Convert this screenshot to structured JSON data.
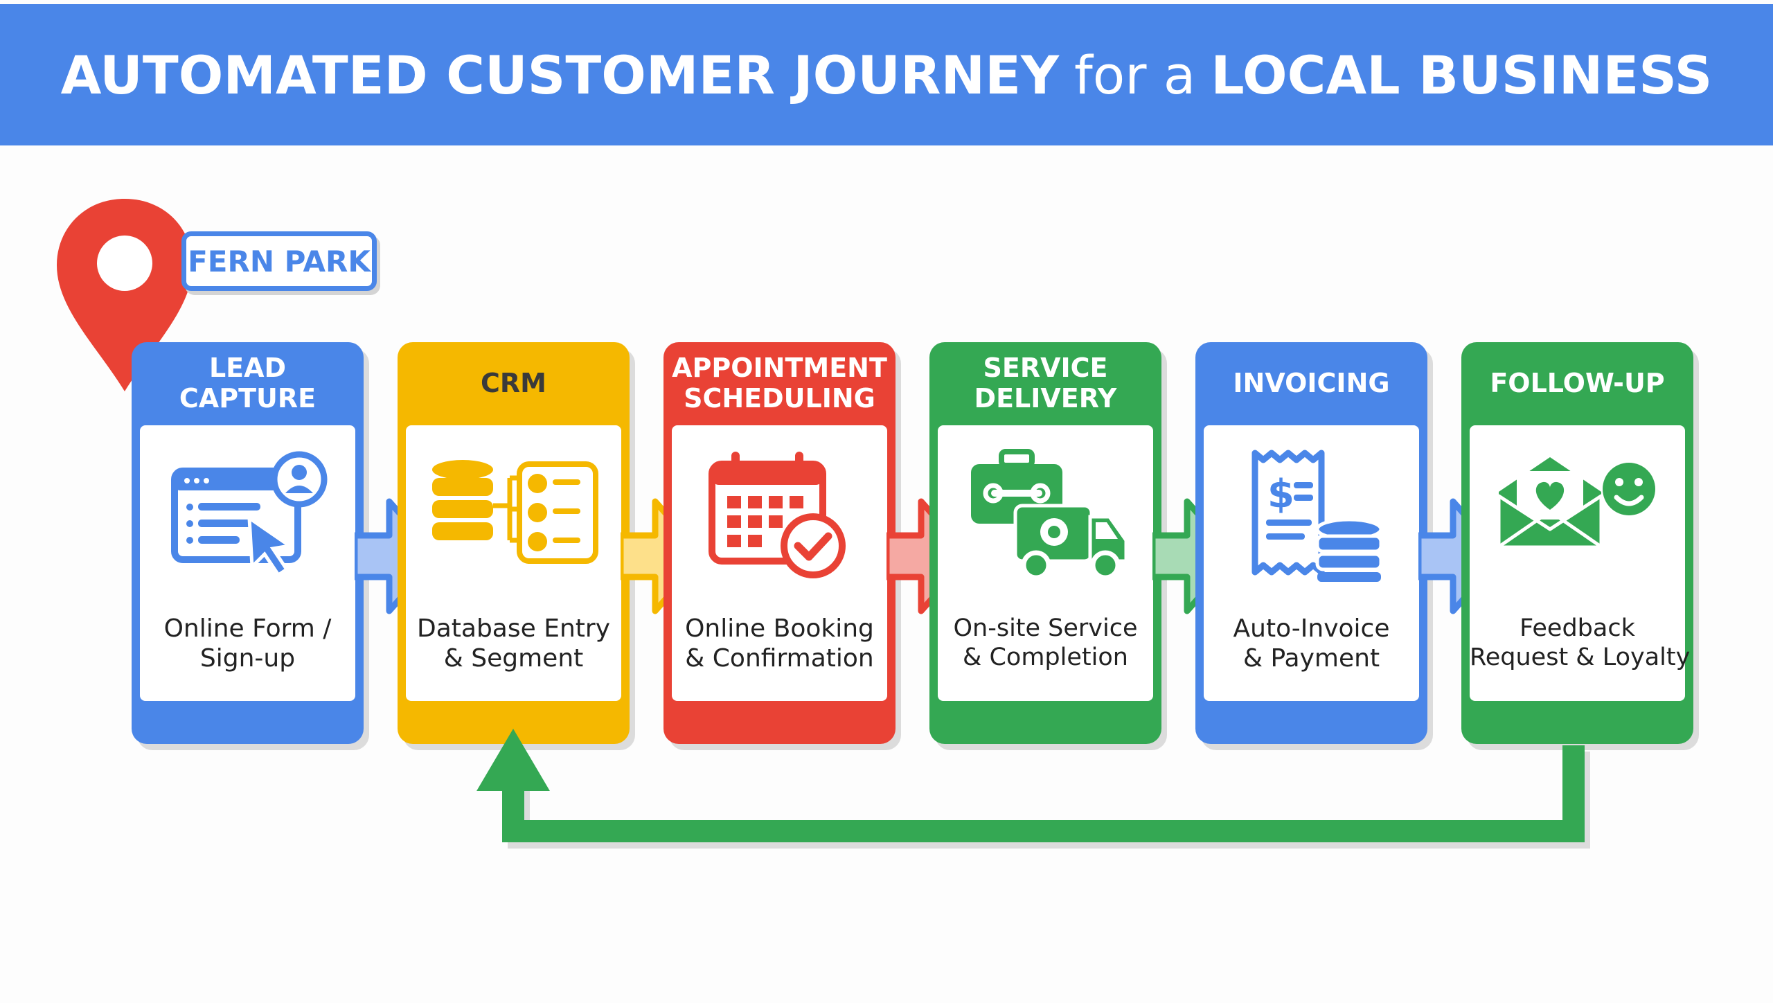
{
  "title": {
    "part1": "AUTOMATED CUSTOMER JOURNEY",
    "part2": "for a",
    "part3": "LOCAL BUSINESS"
  },
  "location": {
    "label": "FERN PARK",
    "icon": "map-pin-icon",
    "color": "#e94235"
  },
  "steps": [
    {
      "heading": "LEAD\nCAPTURE",
      "line1": "Online Form /",
      "line2": "Sign-up",
      "color": "#4a86e8",
      "icon": "web-form-icon"
    },
    {
      "heading": "CRM",
      "line1": "Database Entry",
      "line2": "& Segment",
      "color": "#f5b800",
      "icon": "database-contacts-icon"
    },
    {
      "heading": "APPOINTMENT\nSCHEDULING",
      "line1": "Online Booking",
      "line2": "& Confirmation",
      "color": "#e94235",
      "icon": "calendar-check-icon"
    },
    {
      "heading": "SERVICE\nDELIVERY",
      "line1": "On-site Service",
      "line2": "& Completion",
      "color": "#34a853",
      "icon": "toolbox-van-icon"
    },
    {
      "heading": "INVOICING",
      "line1": "Auto-Invoice",
      "line2": "& Payment",
      "color": "#4a86e8",
      "icon": "invoice-coins-icon"
    },
    {
      "heading": "FOLLOW-UP",
      "line1": "Feedback",
      "line2": "Request & Loyalty",
      "color": "#34a853",
      "icon": "heart-envelope-smiley-icon"
    }
  ],
  "loop_arrow": {
    "color": "#34a853",
    "from": "FOLLOW-UP",
    "to": "CRM"
  },
  "colors": {
    "header": "#4a86e8",
    "blue": "#4a86e8",
    "yellow": "#f5b800",
    "red": "#e94235",
    "green": "#34a853"
  }
}
